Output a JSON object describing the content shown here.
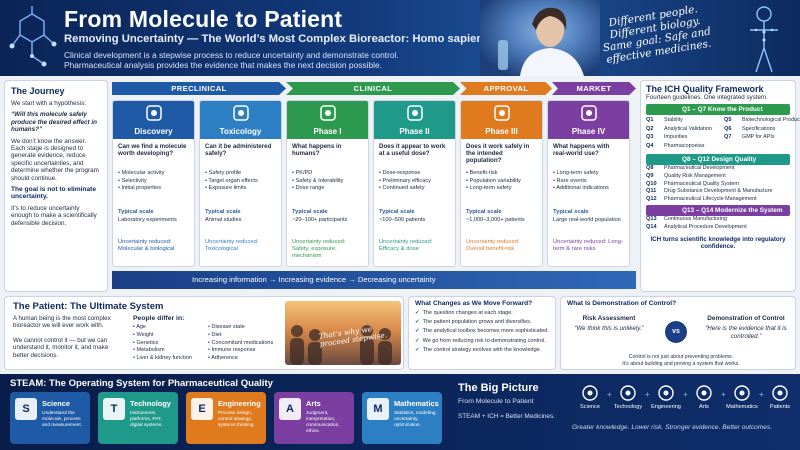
{
  "header": {
    "title": "From Molecule to Patient",
    "subtitle": "Removing Uncertainty — The World’s Most Complex Bioreactor: Homo sapiens",
    "desc_1": "Clinical development is a stepwise process to reduce uncertainty and demonstrate control.",
    "desc_2": "Pharmaceutical analysis provides the evidence that makes the next decision possible.",
    "quote": "Different people. Different biology. Same goal: Safe and effective medicines."
  },
  "journey": {
    "heading": "The Journey",
    "p1": "We start with a hypothesis:",
    "p1_quote": "“Will this molecule safely produce the desired effect in humans?”",
    "p2": "We don’t know the answer. Each stage is designed to generate evidence, reduce specific uncertainties, and determine whether the program should continue.",
    "goal": "The goal is not to eliminate uncertainty.",
    "p3": "It’s to reduce uncertainty enough to make a scientifically defensible decision."
  },
  "phases": [
    "PRECLINICAL",
    "CLINICAL",
    "APPROVAL",
    "MARKET"
  ],
  "stages": [
    {
      "name": "Discovery",
      "question": "Can we find a molecule worth developing?",
      "items": [
        "Molecular activity",
        "Selectivity",
        "Initial properties"
      ],
      "scale_label": "Typical scale",
      "scale": "Laboratory experiments",
      "reduced": "Uncertainty reduced: Molecular & biological",
      "color": "#1f5aa6"
    },
    {
      "name": "Toxicology",
      "question": "Can it be administered safely?",
      "items": [
        "Safety profile",
        "Target organ effects",
        "Exposure limits"
      ],
      "scale_label": "Typical scale",
      "scale": "Animal studies",
      "reduced": "Uncertainty reduced: Toxicological",
      "color": "#2d7fc4"
    },
    {
      "name": "Phase I",
      "question": "What happens in humans?",
      "items": [
        "PK/PD",
        "Safety & tolerability",
        "Dose range"
      ],
      "scale_label": "Typical scale",
      "scale": "~20–100+ participants",
      "reduced": "Uncertainty reduced: Safety, exposure, mechanism",
      "color": "#2e9a4f"
    },
    {
      "name": "Phase II",
      "question": "Does it appear to work at a useful dose?",
      "items": [
        "Dose-response",
        "Preliminary efficacy",
        "Continued safety"
      ],
      "scale_label": "Typical scale",
      "scale": "~100–500 patients",
      "reduced": "Uncertainty reduced: Efficacy & dose",
      "color": "#1f9a8a"
    },
    {
      "name": "Phase III",
      "question": "Does it work safely in the intended population?",
      "items": [
        "Benefit-risk",
        "Population variability",
        "Long-term safety"
      ],
      "scale_label": "Typical scale",
      "scale": "~1,000–3,000+ patients",
      "reduced": "Uncertainty reduced: Overall benefit-risk",
      "color": "#e07a1f"
    },
    {
      "name": "Phase IV",
      "question": "What happens with real-world use?",
      "items": [
        "Long-term safety",
        "Rare events",
        "Additional indications"
      ],
      "scale_label": "Typical scale",
      "scale": "Large real-world population",
      "reduced": "Uncertainty reduced: Long-term & rare risks",
      "color": "#7a3fa0"
    }
  ],
  "flow": "Increasing information  →  Increasing evidence  →  Decreasing uncertainty",
  "ich": {
    "heading": "The ICH Quality Framework",
    "sub": "Fourteen guidelines. One integrated system.",
    "band1": "Q1 – Q7   Know the Product",
    "band1_items": [
      {
        "code": "Q1",
        "name": "Stability"
      },
      {
        "code": "Q5",
        "name": "Biotechnological Products"
      },
      {
        "code": "Q2",
        "name": "Analytical Validation"
      },
      {
        "code": "Q6",
        "name": "Specifications"
      },
      {
        "code": "Q3",
        "name": "Impurities"
      },
      {
        "code": "Q7",
        "name": "GMP for APIs"
      },
      {
        "code": "Q4",
        "name": "Pharmacopoeias"
      },
      {
        "code": "",
        "name": ""
      }
    ],
    "band2": "Q8 – Q12   Design Quality",
    "band2_items": [
      {
        "code": "Q8",
        "name": "Pharmaceutical Development"
      },
      {
        "code": "Q9",
        "name": "Quality Risk Management"
      },
      {
        "code": "Q10",
        "name": "Pharmaceutical Quality System"
      },
      {
        "code": "Q11",
        "name": "Drug Substance Development & Manufacture"
      },
      {
        "code": "Q12",
        "name": "Pharmaceutical Lifecycle Management"
      }
    ],
    "band3": "Q13 – Q14   Modernize the System",
    "band3_items": [
      {
        "code": "Q13",
        "name": "Continuous Manufacturing"
      },
      {
        "code": "Q14",
        "name": "Analytical Procedure Development"
      }
    ],
    "foot": "ICH turns scientific knowledge into regulatory confidence."
  },
  "patient": {
    "heading": "The Patient:  The Ultimate System",
    "p1": "A human being is the most complex bioreactor we will ever work with.",
    "p2": "We cannot control it — but we can understand it, monitor it, and make better decisions.",
    "differ_heading": "People differ in:",
    "differ": [
      "Age",
      "Disease state",
      "Weight",
      "Diet",
      "Genetics",
      "Concomitant medications",
      "Metabolism",
      "Immune response",
      "Liver & kidney function",
      "Adherence"
    ],
    "photo_tag": "That’s why we proceed stepwise."
  },
  "changes": {
    "heading": "What Changes as We Move Forward?",
    "items": [
      "The question changes at each stage.",
      "The patient population grows and diversifies.",
      "The analytical toolbox becomes more sophisticated.",
      "We go from reducing risk to demonstrating control.",
      "The control strategy evolves with the knowledge."
    ]
  },
  "demo": {
    "heading": "What Is Demonstration of Control?",
    "left_label": "Risk Assessment",
    "left_quote": "“We think this is unlikely.”",
    "vs": "vs",
    "right_label": "Demonstration of Control",
    "right_quote": "“Here is the evidence that it is controlled.”",
    "foot_1": "Control is not just about preventing problems.",
    "foot_2": "It’s about building and proving a system that works."
  },
  "steam": {
    "heading": "STEAM: The Operating System for Pharmaceutical Quality",
    "cards": [
      {
        "letter": "S",
        "name": "Science",
        "desc": "Understand the molecule, process and measurement.",
        "color": "#1f5aa6"
      },
      {
        "letter": "T",
        "name": "Technology",
        "desc": "Instruments, platforms, PAT, digital systems.",
        "color": "#1f9a8a"
      },
      {
        "letter": "E",
        "name": "Engineering",
        "desc": "Process design, control strategy, systems thinking.",
        "color": "#e07a1f"
      },
      {
        "letter": "A",
        "name": "Arts",
        "desc": "Judgment, interpretation, communication, ethics.",
        "color": "#7a3fa0"
      },
      {
        "letter": "M",
        "name": "Mathematics",
        "desc": "Statistics, modeling, uncertainty, optimization.",
        "color": "#2d7fc4"
      }
    ]
  },
  "bigpicture": {
    "title": "The Big Picture",
    "line": "From Molecule to Patient",
    "formula": "STEAM + ICH = Better Medicines.",
    "items": [
      "Science",
      "Technology",
      "Engineering",
      "Arts",
      "Mathematics",
      "Patients"
    ],
    "slogan": "Greater knowledge.   Lower risk.   Stronger evidence.   Better outcomes."
  },
  "colors": {
    "navy": "#0f2b63",
    "preclinical": "#1f5aa6",
    "clinical": "#2e9a4f",
    "approval": "#e07a1f",
    "market": "#7a3fa0"
  }
}
